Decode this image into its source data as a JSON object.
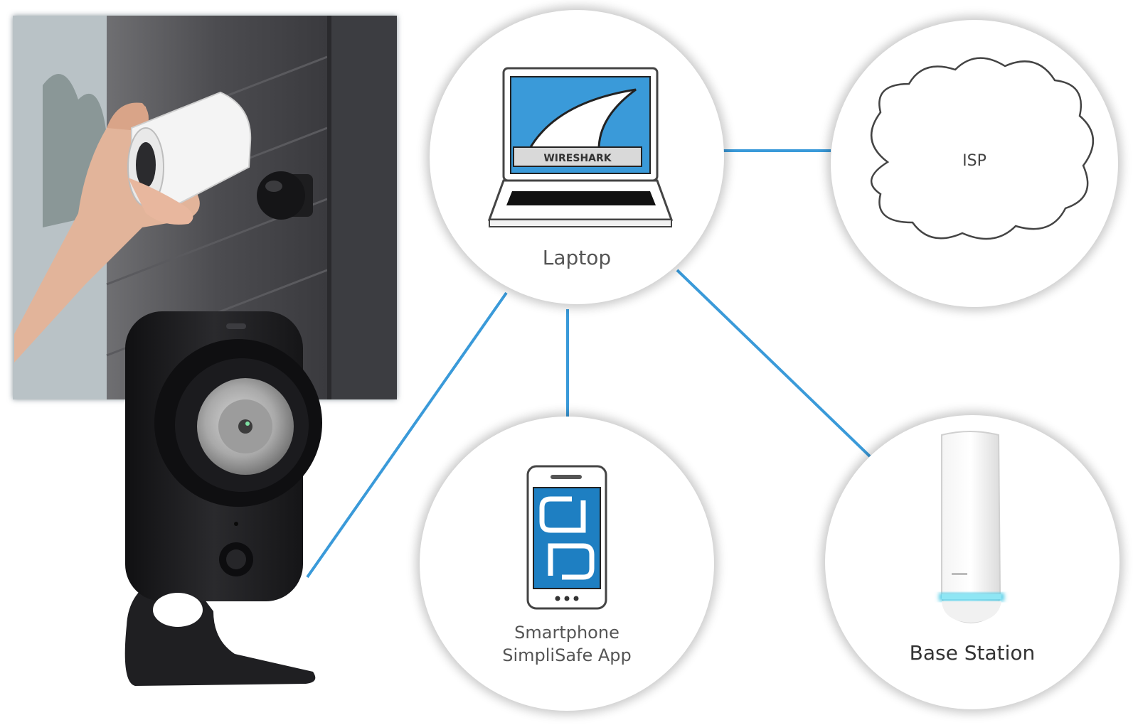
{
  "nodes": {
    "laptop": {
      "label": "Laptop",
      "screen_brand": "WIRESHARK"
    },
    "isp": {
      "label": "ISP"
    },
    "smartphone": {
      "label_line1": "Smartphone",
      "label_line2": "SimpliSafe App"
    },
    "base_station": {
      "label": "Base Station"
    }
  },
  "colors": {
    "link": "#3a9ad9",
    "wireshark_blue": "#3a9ad9",
    "simplisafe_blue": "#1e7fc2",
    "camera_black": "#1b1b1d",
    "base_glow": "#5fd0e8"
  },
  "links": [
    {
      "from": "laptop",
      "to": "isp"
    },
    {
      "from": "laptop",
      "to": "smartphone"
    },
    {
      "from": "laptop",
      "to": "base_station"
    },
    {
      "from": "laptop",
      "to": "camera"
    }
  ]
}
